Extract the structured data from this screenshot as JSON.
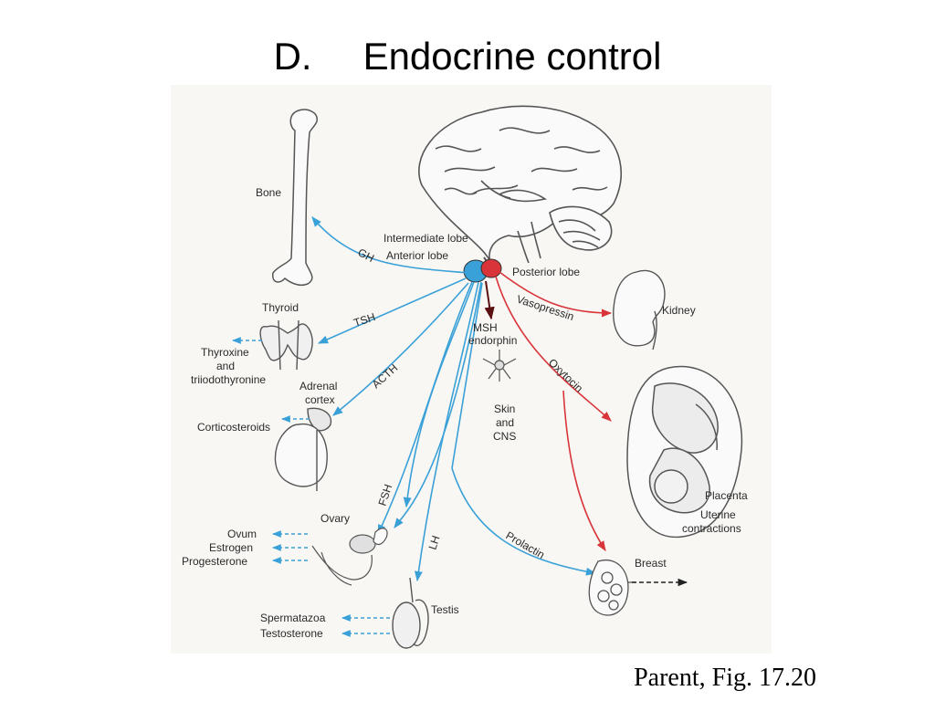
{
  "slide": {
    "title_letter": "D.",
    "title_text": "Endocrine control",
    "caption": "Parent, Fig. 17.20"
  },
  "colors": {
    "anterior_lobe": "#3aa0d8",
    "posterior_lobe": "#d8343a",
    "msh_arrow": "#5a1010",
    "outline": "#555555",
    "figure_bg": "#f8f7f3"
  },
  "diagram": {
    "pituitary": {
      "intermediate": "Intermediate lobe",
      "anterior": "Anterior lobe",
      "posterior": "Posterior lobe"
    },
    "hormones": {
      "gh": "GH",
      "tsh": "TSH",
      "acth": "ACTH",
      "fsh": "FSH",
      "lh": "LH",
      "prolactin": "Prolactin",
      "vasopressin": "Vasopressin",
      "oxytocin": "Oxytocin",
      "msh_line1": "MSH",
      "msh_line2": "endorphin"
    },
    "targets": {
      "bone": "Bone",
      "thyroid": "Thyroid",
      "adrenal_line1": "Adrenal",
      "adrenal_line2": "cortex",
      "ovary": "Ovary",
      "testis": "Testis",
      "skin_line1": "Skin",
      "skin_line2": "and",
      "skin_line3": "CNS",
      "kidney": "Kidney",
      "placenta": "Placenta",
      "uterine_line1": "Uterine",
      "uterine_line2": "contractions",
      "breast": "Breast"
    },
    "products": {
      "thyroxine_line1": "Thyroxine",
      "thyroxine_line2": "and",
      "thyroxine_line3": "triiodothyronine",
      "corticosteroids": "Corticosteroids",
      "ovum": "Ovum",
      "estrogen": "Estrogen",
      "progesterone": "Progesterone",
      "spermatozoa": "Spermatazoa",
      "testosterone": "Testosterone"
    }
  }
}
